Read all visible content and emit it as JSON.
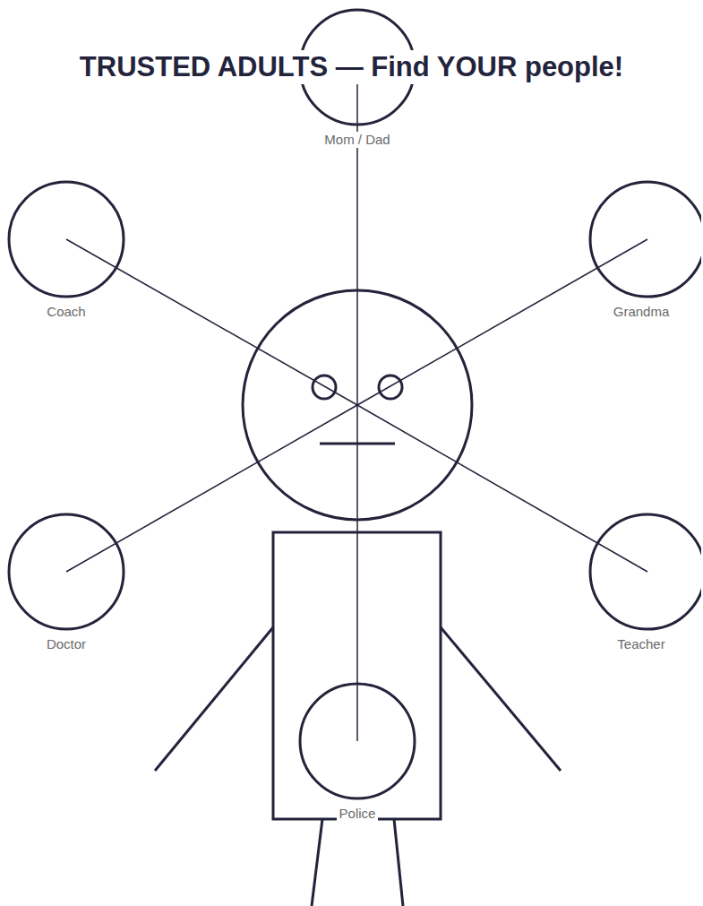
{
  "diagram": {
    "title": "TRUSTED ADULTS — Find YOUR people!",
    "nodes": [
      {
        "text": [
          "Mom / Dad"
        ]
      },
      {
        "text": [
          "Coach"
        ]
      },
      {
        "text": [
          "Grandma"
        ]
      },
      {
        "text": [
          "Doctor"
        ]
      },
      {
        "text": [
          "Teacher"
        ]
      },
      {
        "text": [
          "Police"
        ]
      }
    ]
  }
}
